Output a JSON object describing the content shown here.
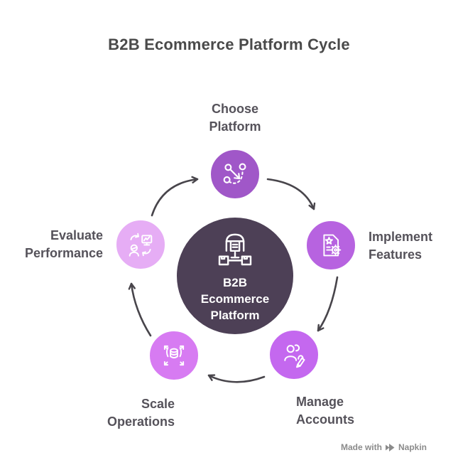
{
  "title": "B2B Ecommerce Platform Cycle",
  "center": {
    "icon": "warehouse-distribution-icon",
    "lines": [
      "B2B",
      "Ecommerce",
      "Platform"
    ],
    "color": "#4d4056"
  },
  "steps": [
    {
      "id": "choose-platform",
      "label_line1": "Choose",
      "label_line2": "Platform",
      "icon": "route-decision-icon",
      "color": "#a057c8"
    },
    {
      "id": "implement-features",
      "label_line1": "Implement",
      "label_line2": "Features",
      "icon": "document-gear-icon",
      "color": "#b763e0"
    },
    {
      "id": "manage-accounts",
      "label_line1": "Manage",
      "label_line2": "Accounts",
      "icon": "users-pencil-icon",
      "color": "#c468ef"
    },
    {
      "id": "scale-operations",
      "label_line1": "Scale",
      "label_line2": "Operations",
      "icon": "database-expand-icon",
      "color": "#d77bf2"
    },
    {
      "id": "evaluate-performance",
      "label_line1": "Evaluate",
      "label_line2": "Performance",
      "icon": "person-monitor-cycle-icon",
      "color": "#e6adf5"
    }
  ],
  "arrow_color": "#48454b",
  "watermark": {
    "prefix": "Made with",
    "brand": "Napkin"
  }
}
